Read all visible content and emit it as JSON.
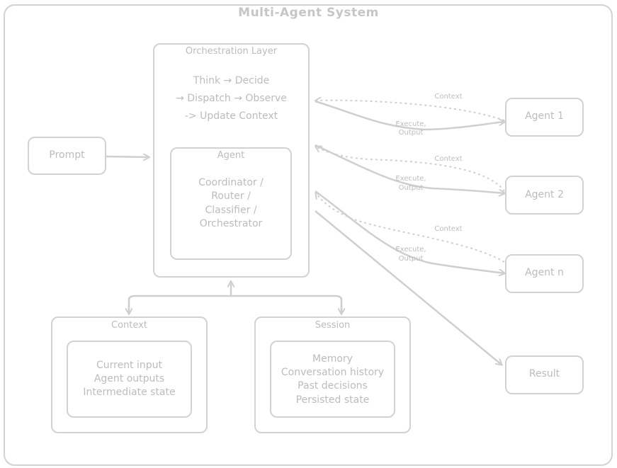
{
  "diagram": {
    "title": "Multi-Agent System",
    "prompt": "Prompt",
    "orchestration": {
      "title": "Orchestration Layer",
      "loop": [
        "Think → Decide",
        "→ Dispatch → Observe",
        "-> Update Context"
      ],
      "agent_title": "Agent",
      "agent_roles": [
        "Coordinator /",
        "Router /",
        "Classifier /",
        "Orchestrator"
      ]
    },
    "agents": [
      "Agent 1",
      "Agent 2",
      "Agent n"
    ],
    "result": "Result",
    "edge_labels": {
      "context": "Context",
      "execute_line1": "Execute,",
      "execute_line2": "Output"
    },
    "context_panel": {
      "title": "Context",
      "items": [
        "Current input",
        "Agent outputs",
        "Intermediate state"
      ]
    },
    "session_panel": {
      "title": "Session",
      "items": [
        "Memory",
        "Conversation history",
        "Past decisions",
        "Persisted state"
      ]
    }
  }
}
